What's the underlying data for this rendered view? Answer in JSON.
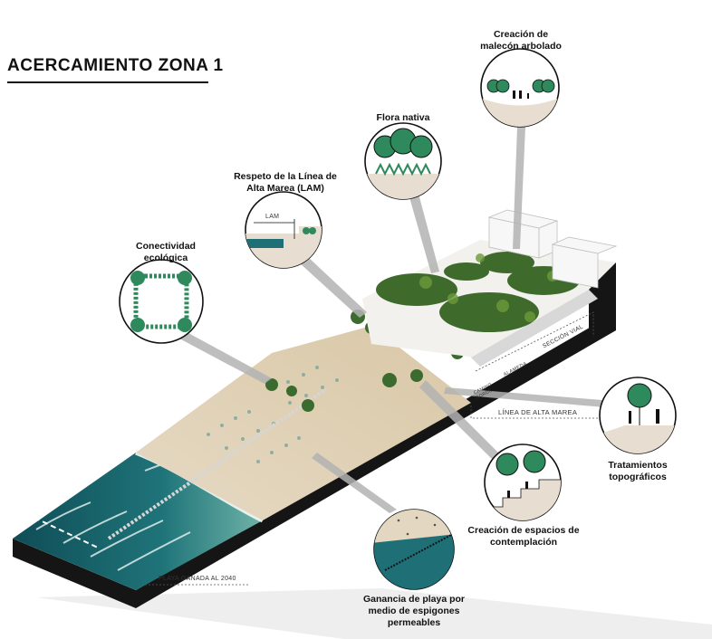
{
  "title": "ACERCAMIENTO ZONA 1",
  "callouts": {
    "conectividad": {
      "line1": "Conectividad",
      "line2": "ecológica"
    },
    "lam": {
      "line1": "Respeto de la Línea de",
      "line2": "Alta Marea (LAM)",
      "inner_label": "LAM"
    },
    "flora": {
      "line1": "Flora nativa"
    },
    "malecon": {
      "line1": "Creación de",
      "line2": "malecón arbolado"
    },
    "topograficos": {
      "line1": "Tratamientos",
      "line2": "topográficos"
    },
    "contemplacion": {
      "line1": "Creación de espacios de",
      "line2": "contemplación"
    },
    "ganancia": {
      "line1": "Ganancia de playa por",
      "line2": "medio de espigones",
      "line3": "permeables"
    }
  },
  "annotations": {
    "linea_alta_marea": "LÍNEA DE ALTA MAREA",
    "playa_ganada": "PLAYA GANADA AL 2040",
    "seccion_vial": "SECCIÓN VIAL",
    "alameda": "ALAMEDA",
    "camino_borde": "CAMINO BORDE"
  },
  "colors": {
    "accent_green": "#2e8a5c",
    "sea": "#1e6f76",
    "sand": "#e3d7c1",
    "circle_ground": "#e7ddd0",
    "leader_grey": "#b3b3b3",
    "block_dark": "#151515"
  }
}
